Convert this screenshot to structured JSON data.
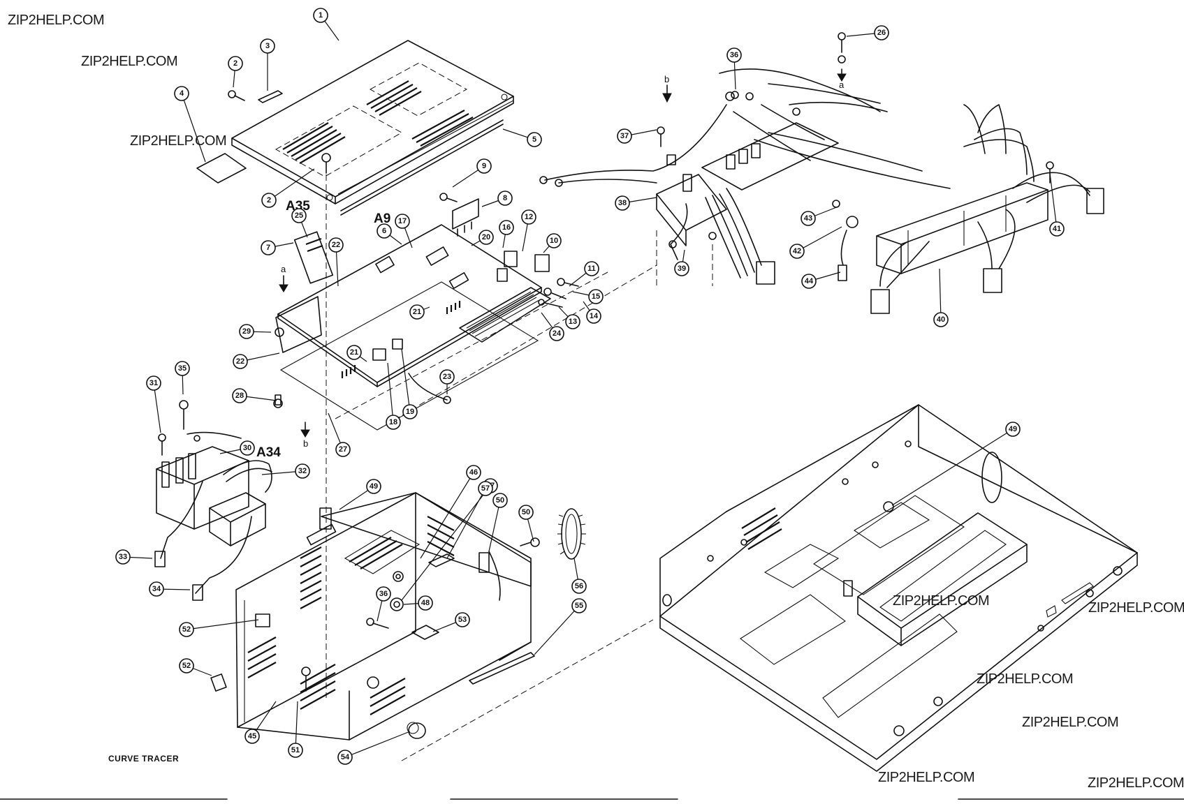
{
  "watermarks": [
    "ZIP2HELP.COM",
    "ZIP2HELP.COM",
    "ZIP2HELP.COM",
    "ZIP2HELP.COM",
    "ZIP2HELP.COM",
    "ZIP2HELP.COM",
    "ZIP2HELP.COM",
    "ZIP2HELP.COM",
    "ZIP2HELP.COM"
  ],
  "assemblies": {
    "a35": "A35",
    "a9": "A9",
    "a34": "A34"
  },
  "arrow_labels": {
    "a_top": "a",
    "a_left": "a",
    "b_left": "b",
    "b_top": "b"
  },
  "caption": "CURVE TRACER",
  "callouts": [
    "1",
    "2",
    "3",
    "4",
    "5",
    "2",
    "6",
    "7",
    "8",
    "9",
    "10",
    "11",
    "12",
    "13",
    "14",
    "15",
    "16",
    "17",
    "18",
    "19",
    "20",
    "21",
    "21",
    "22",
    "22",
    "23",
    "24",
    "25",
    "26",
    "27",
    "28",
    "29",
    "30",
    "31",
    "32",
    "33",
    "34",
    "35",
    "36",
    "37",
    "38",
    "39",
    "40",
    "41",
    "42",
    "43",
    "44",
    "45",
    "46",
    "47",
    "48",
    "49",
    "49",
    "50",
    "50",
    "51",
    "52",
    "52",
    "53",
    "54",
    "55",
    "56",
    "57",
    "36"
  ]
}
